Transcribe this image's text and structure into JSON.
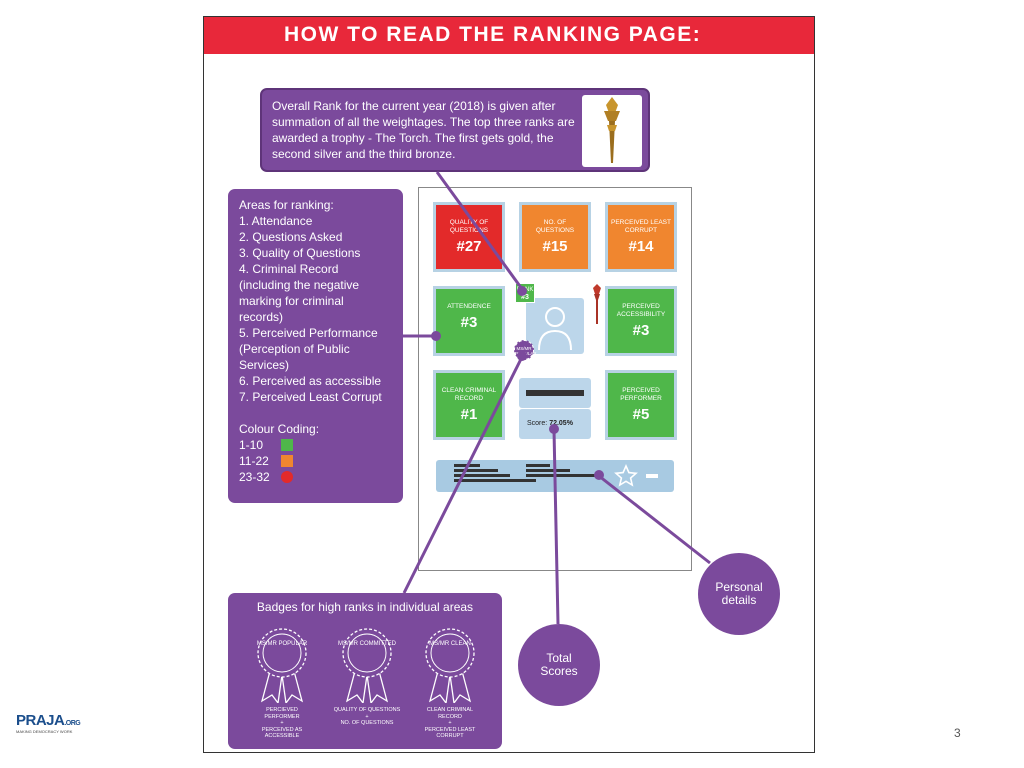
{
  "header": {
    "title": "HOW TO READ THE RANKING PAGE:"
  },
  "overall_rank_note": "Overall Rank for the current year (2018) is given after summation of all the weightages. The top three ranks are awarded a trophy - The Torch. The first gets gold, the second  silver and the third bronze.",
  "areas": {
    "title": "Areas for ranking:",
    "items": [
      "1. Attendance",
      "2. Questions Asked",
      "3. Quality of Questions",
      "4. Criminal Record",
      "(including the negative",
      "marking for criminal",
      "records)",
      "5. Perceived Performance",
      "(Perception of Public",
      "Services)",
      "6. Perceived as accessible",
      "7. Perceived Least Corrupt"
    ],
    "colour_coding_title": "Colour Coding:",
    "colour_coding": [
      {
        "range": "1-10",
        "color": "#4fb74a"
      },
      {
        "range": "11-22",
        "color": "#f0862f"
      },
      {
        "range": "23-32",
        "color": "#e32a2a"
      }
    ]
  },
  "card": {
    "tiles": [
      {
        "label": "QUALITY OF QUESTIONS",
        "value": "#27",
        "color": "red"
      },
      {
        "label": "NO. OF QUESTIONS",
        "value": "#15",
        "color": "orange"
      },
      {
        "label": "PERCEIVED LEAST CORRUPT",
        "value": "#14",
        "color": "orange"
      },
      {
        "label": "ATTENDENCE",
        "value": "#3",
        "color": "green"
      },
      {
        "label": "PERCEIVED ACCESSIBILITY",
        "value": "#3",
        "color": "green"
      },
      {
        "label": "CLEAN CRIMINAL RECORD",
        "value": "#1",
        "color": "green"
      },
      {
        "label": "PERCEIVED PERFORMER",
        "value": "#5",
        "color": "green"
      }
    ],
    "rank_badge": {
      "label": "RANK",
      "value": "#3"
    },
    "ms_badge": "MS/MR POPULAR",
    "score_label": "Score:",
    "score_value": "72.05%"
  },
  "callouts": {
    "personal": "Personal details",
    "total": "Total Scores"
  },
  "badges": {
    "title": "Badges for high ranks in individual areas",
    "items": [
      {
        "badge": "MS/MR POPULAR",
        "caption_1": "PERCIEVED PERFORMER",
        "caption_2": "+",
        "caption_3": "PERCEIVED AS ACCESSIBLE"
      },
      {
        "badge": "MS/MR COMMITTED",
        "caption_1": "QUALITY OF QUESTIONS",
        "caption_2": "+",
        "caption_3": "NO. OF QUESTIONS"
      },
      {
        "badge": "MS/MR CLEAN",
        "caption_1": "CLEAN  CRIMINAL RECORD",
        "caption_2": "+",
        "caption_3": "PERCEIVED LEAST CORRUPT"
      }
    ]
  },
  "logo": {
    "wordmark": "PRAJA",
    "suffix": ".ORG",
    "tagline": "MAKING DEMOCRACY WORK"
  },
  "page_number": "3",
  "colors": {
    "header_red": "#e8283a",
    "purple": "#7b4a9c",
    "green": "#4fb74a",
    "orange": "#f0862f",
    "red": "#e32a2a",
    "tile_border": "#b7d2e4"
  }
}
